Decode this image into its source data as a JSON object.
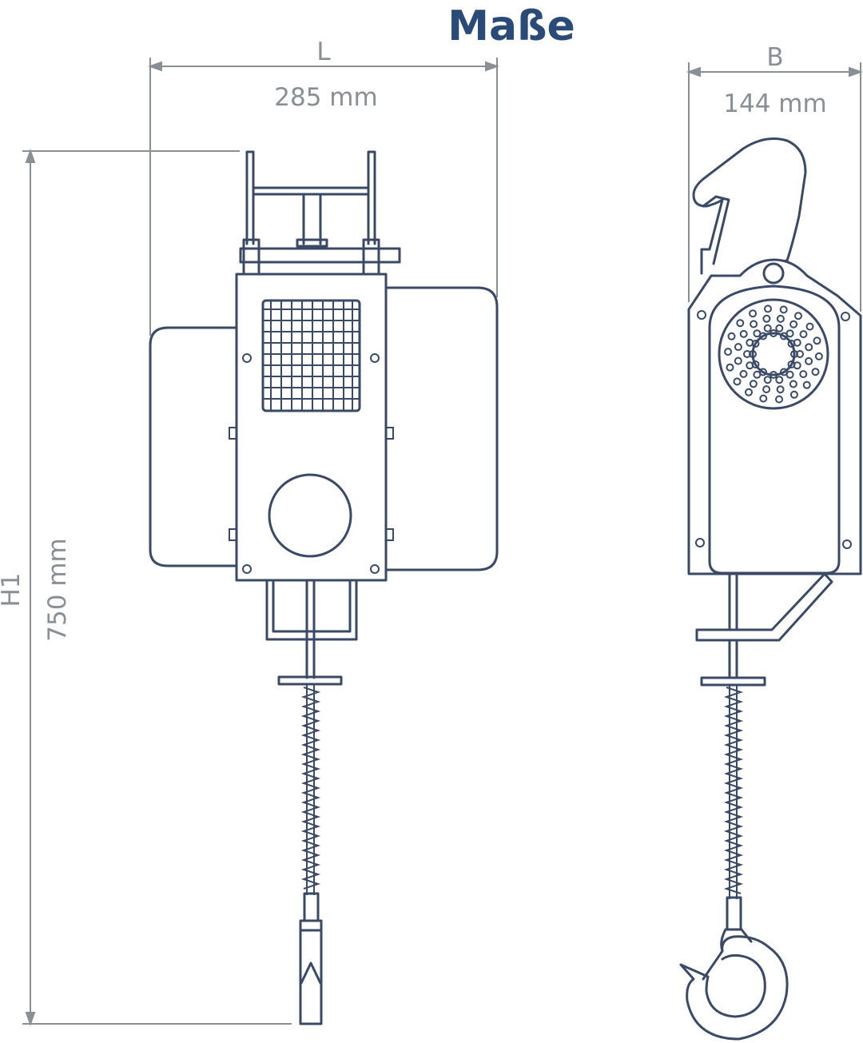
{
  "title": "Maße",
  "dimensions": {
    "length": {
      "symbol": "L",
      "value": "285 mm"
    },
    "width": {
      "symbol": "B",
      "value": "144 mm"
    },
    "height": {
      "symbol": "H1",
      "value": "750 mm"
    }
  },
  "colors": {
    "title": "#2a4a78",
    "dimension_text": "#8a8f95",
    "drawing_line": "#3a4a66"
  }
}
